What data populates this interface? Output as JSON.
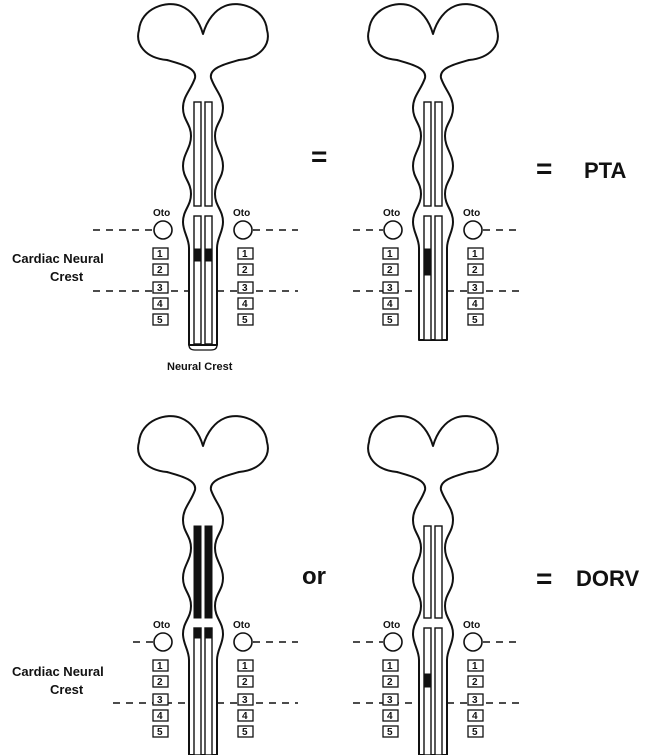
{
  "labels": {
    "oto": "Oto",
    "cardiac_neural_crest_line1": "Cardiac Neural",
    "cardiac_neural_crest_line2": "Crest",
    "neural_crest": "Neural Crest",
    "somites": [
      "1",
      "2",
      "3",
      "4",
      "5"
    ]
  },
  "operators": {
    "row1_between": "=",
    "row1_result": "=",
    "row2_between": "or",
    "row2_result": "="
  },
  "outcomes": {
    "row1": "PTA",
    "row2": "DORV"
  },
  "colors": {
    "ink": "#111111",
    "paper": "#ffffff"
  }
}
